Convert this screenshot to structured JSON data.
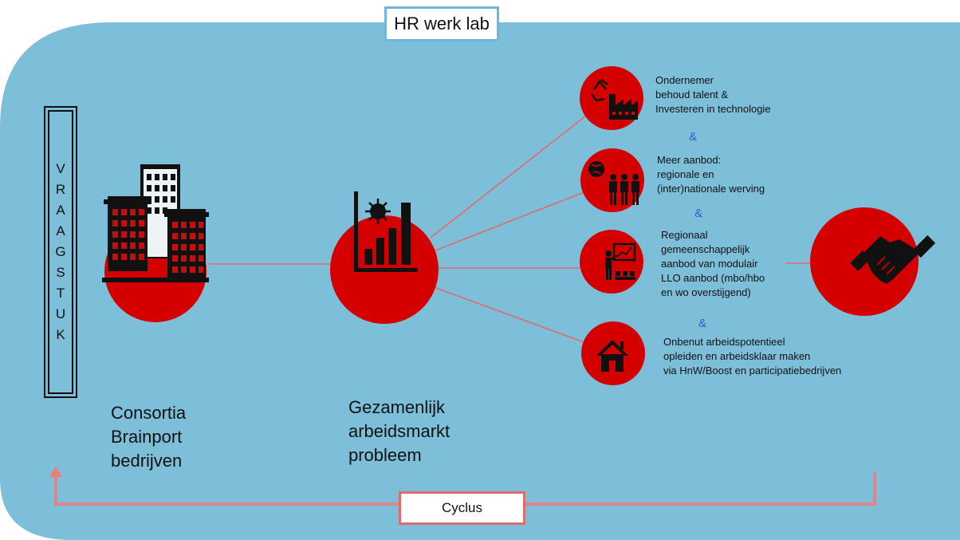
{
  "title": "HR werk lab",
  "vraagstuk_letters": [
    "V",
    "R",
    "A",
    "A",
    "G",
    "S",
    "T",
    "U",
    "K"
  ],
  "left_node": {
    "lines": [
      "Consortia",
      "Brainport",
      "bedrijven"
    ]
  },
  "middle_node": {
    "lines": [
      "Gezamenlijk",
      "arbeidsmarkt",
      "probleem"
    ]
  },
  "options": [
    {
      "lines": [
        "Ondernemer",
        "behoud talent &",
        "Investeren in technologie"
      ],
      "icon": "factory-recycle-icon"
    },
    {
      "lines": [
        "Meer aanbod:",
        "regionale en",
        "(inter)nationale werving"
      ],
      "icon": "people-globe-icon"
    },
    {
      "lines": [
        "Regionaal",
        "gemeenschappelijk",
        "aanbod van modulair",
        "LLO aanbod (mbo/hbo",
        "en wo overstijgend)"
      ],
      "icon": "teacher-board-icon"
    },
    {
      "lines": [
        "Onbenut arbeidspotentieel",
        "opleiden en arbeidsklaar maken",
        "via HnW/Boost en participatiebedrijven"
      ],
      "icon": "house-icon"
    }
  ],
  "ampersand": "&",
  "cycle_label": "Cyclus",
  "colors": {
    "panel": "#7dbfd9",
    "circle": "#d40000",
    "line": "#e06b6b",
    "accent_amp": "#3b55c9"
  }
}
